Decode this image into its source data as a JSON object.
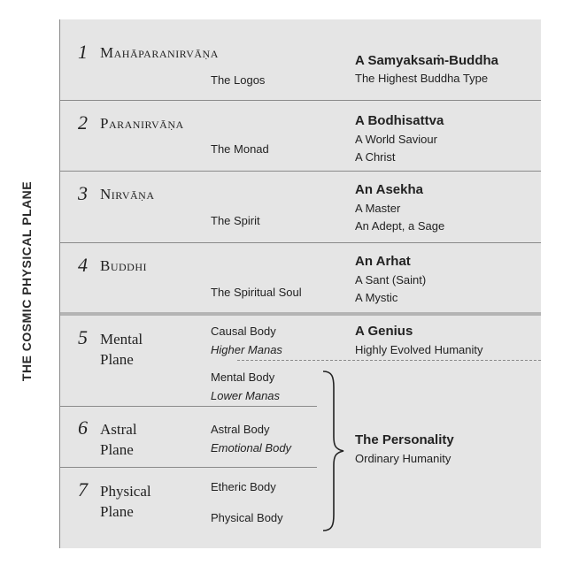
{
  "side_label": "THE COSMIC PHYSICAL PLANE",
  "rows": [
    {
      "num": "1",
      "plane": "Mahāparanirvāṇa",
      "sub": "The Logos",
      "title": "A Samyaksaṁ-Buddha",
      "lines": [
        "The Highest Buddha Type"
      ]
    },
    {
      "num": "2",
      "plane": "Paranirvāṇa",
      "sub": "The Monad",
      "title": "A Bodhisattva",
      "lines": [
        "A World Saviour",
        "A Christ"
      ]
    },
    {
      "num": "3",
      "plane": "Nirvāṇa",
      "sub": "The Spirit",
      "title": "An Asekha",
      "lines": [
        "A Master",
        "An Adept, a Sage"
      ]
    },
    {
      "num": "4",
      "plane": "Buddhi",
      "sub": "The Spiritual Soul",
      "title": "An Arhat",
      "lines": [
        "A Sant (Saint)",
        "A Mystic"
      ]
    }
  ],
  "lower": {
    "mental": {
      "num": "5",
      "plane_line1": "Mental",
      "plane_line2": "Plane",
      "causal": "Causal Body",
      "higher_manas": "Higher Manas",
      "mental_body": "Mental Body",
      "lower_manas": "Lower Manas"
    },
    "genius": {
      "title": "A Genius",
      "line": "Highly Evolved Humanity"
    },
    "astral": {
      "num": "6",
      "plane_line1": "Astral",
      "plane_line2": "Plane",
      "body": "Astral Body",
      "emotional": "Emotional Body"
    },
    "physical": {
      "num": "7",
      "plane_line1": "Physical",
      "plane_line2": "Plane",
      "etheric": "Etheric Body",
      "physical_body": "Physical Body"
    },
    "personality": {
      "title": "The Personality",
      "line": "Ordinary Humanity"
    }
  }
}
